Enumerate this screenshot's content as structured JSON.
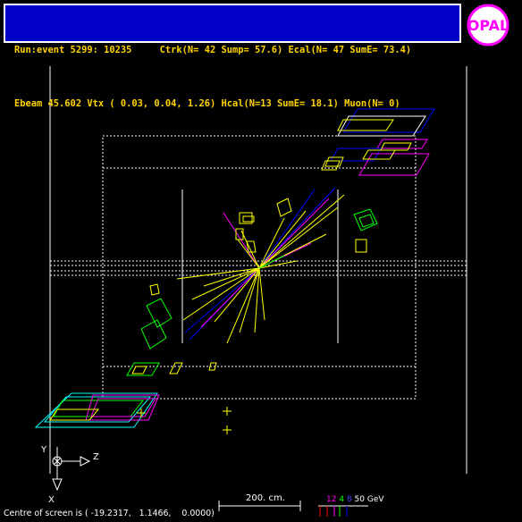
{
  "header": {
    "line1": "Run:event 5299: 10235     Ctrk(N= 42 Sump= 57.6) Ecal(N= 47 SumE= 73.4)",
    "line2": "Ebeam 45.602 Vtx ( 0.03, 0.04, 1.26) Hcal(N=13 SumE= 18.1) Muon(N= 0)"
  },
  "logo": {
    "text": "OPAL",
    "ring_color": "#ff00ff"
  },
  "axes": {
    "y": "Y",
    "z": "Z",
    "x": "X"
  },
  "scale": {
    "label": "200. cm."
  },
  "energy_key": {
    "v1": "12",
    "v2": "4",
    "v3": "8",
    "v4": "50 GeV"
  },
  "footer": {
    "centre": "Centre of screen is ( -19.2317,   1.1466,    0.0000)"
  },
  "colors": {
    "header_bg": "#0000c8",
    "header_text": "#ffd200",
    "ecal": "#ffff00",
    "hcal": "#00ff00",
    "track_blue": "#0000ff",
    "track_magenta": "#ff00ff",
    "cyan": "#00ffff"
  }
}
